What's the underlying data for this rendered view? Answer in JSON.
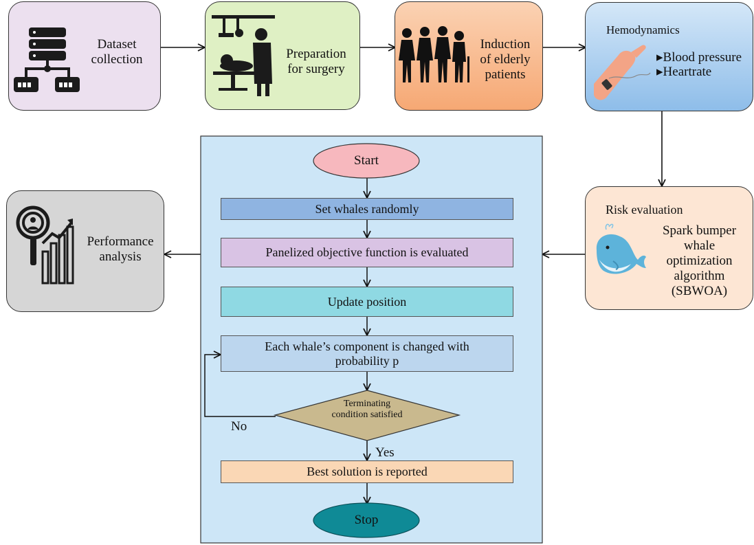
{
  "top_row": {
    "dataset": "Dataset collection",
    "preparation": "Preparation for surgery",
    "induction": "Induction of elderly patients",
    "hemodynamics": {
      "title": "Hemodynamics",
      "items": [
        "Blood pressure",
        "Heartrate"
      ]
    }
  },
  "performance": "Performance analysis",
  "risk": {
    "title": "Risk evaluation",
    "algorithm": "Spark bumper whale optimization algorithm (SBWOA)"
  },
  "flow": {
    "start": "Start",
    "set_whales": "Set whales randomly",
    "objective": "Panelized objective function is evaluated",
    "update": "Update position",
    "component": "Each whale’s component is changed with probability p",
    "decision": "Terminating condition satisfied",
    "no": "No",
    "yes": "Yes",
    "best": "Best solution is reported",
    "stop": "Stop"
  },
  "colors": {
    "dataset_bg": "#ece0ef",
    "preparation_bg": "#dff0c4",
    "induction_bg": "#f9b98a",
    "hemodynamics_bg": "#a9cdee",
    "risk_bg": "#fde6d4",
    "performance_bg": "#d6d6d6",
    "flow_panel_bg": "#cde6f7",
    "start_fill": "#f7b8be",
    "set_whales_fill": "#8fb4e1",
    "objective_fill": "#d9c3e4",
    "update_fill": "#8fd9e3",
    "component_fill": "#bcd6ee",
    "decision_fill": "#c9b98e",
    "best_fill": "#fad7b5",
    "stop_fill": "#0f8a96"
  },
  "icons": [
    "database-network-icon",
    "surgery-icon",
    "elderly-family-icon",
    "hand-pulse-icon",
    "performance-chart-icon",
    "whale-icon"
  ]
}
